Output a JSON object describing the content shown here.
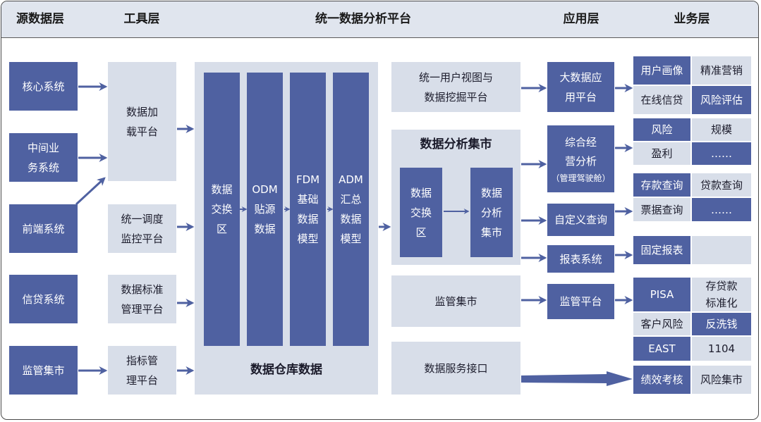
{
  "header": {
    "source_layer": "源数据层",
    "tool_layer": "工具层",
    "platform": "统一数据分析平台",
    "app_layer": "应用层",
    "business_layer": "业务层"
  },
  "source_systems": [
    "核心系统",
    "中间业\n务系统",
    "前端系统",
    "信贷系统",
    "监管集市"
  ],
  "tools": [
    "数据加\n载平台",
    "统一调度\n监控平台",
    "数据标准\n管理平台",
    "指标管\n理平台"
  ],
  "warehouse": {
    "title": "数据仓库数据",
    "columns": [
      "数据\n交换\n区",
      "ODM\n贴源\n数据",
      "FDM\n基础\n数据\n模型",
      "ADM\n汇总\n数据\n模型"
    ]
  },
  "platform_right": {
    "user_view": "统一用户视图与\n数据挖掘平台",
    "analysis_mart": {
      "title": "数据分析集市",
      "exchange": "数据\n交换\n区",
      "mart": "数据\n分析\n集市"
    },
    "regulatory_mart": "监管集市",
    "data_service": "数据服务接口"
  },
  "applications": {
    "bigdata": "大数据应\n用平台",
    "cockpit_title": "综合经\n营分析",
    "cockpit_sub": "（管理驾驶舱）",
    "custom_query": "自定义查询",
    "report": "报表系统",
    "regulatory": "监管平台"
  },
  "business": {
    "user_profile": "用户画像",
    "precision_marketing": "精准营销",
    "online_credit": "在线信贷",
    "risk_assessment": "风险评估",
    "risk": "风险",
    "scale": "规模",
    "profit": "盈利",
    "ellipsis1": "……",
    "deposit_query_1": "存款查询",
    "loan_query": "贷款查询",
    "bill_query": "票据查询",
    "ellipsis2": "……",
    "fixed_report": "固定报表",
    "pisa": "PISA",
    "standardization": "存贷款\n标准化",
    "customer_risk": "客户风险",
    "anti_money_laundering": "反洗钱",
    "east": "EAST",
    "code_1104": "1104",
    "performance": "绩效考核",
    "risk_mart": "风险集市"
  },
  "colors": {
    "dark_box": "#4f61a1",
    "light_box": "#d8dee9",
    "header_bg": "#e0e5ee",
    "arrow": "#4f61a1"
  }
}
